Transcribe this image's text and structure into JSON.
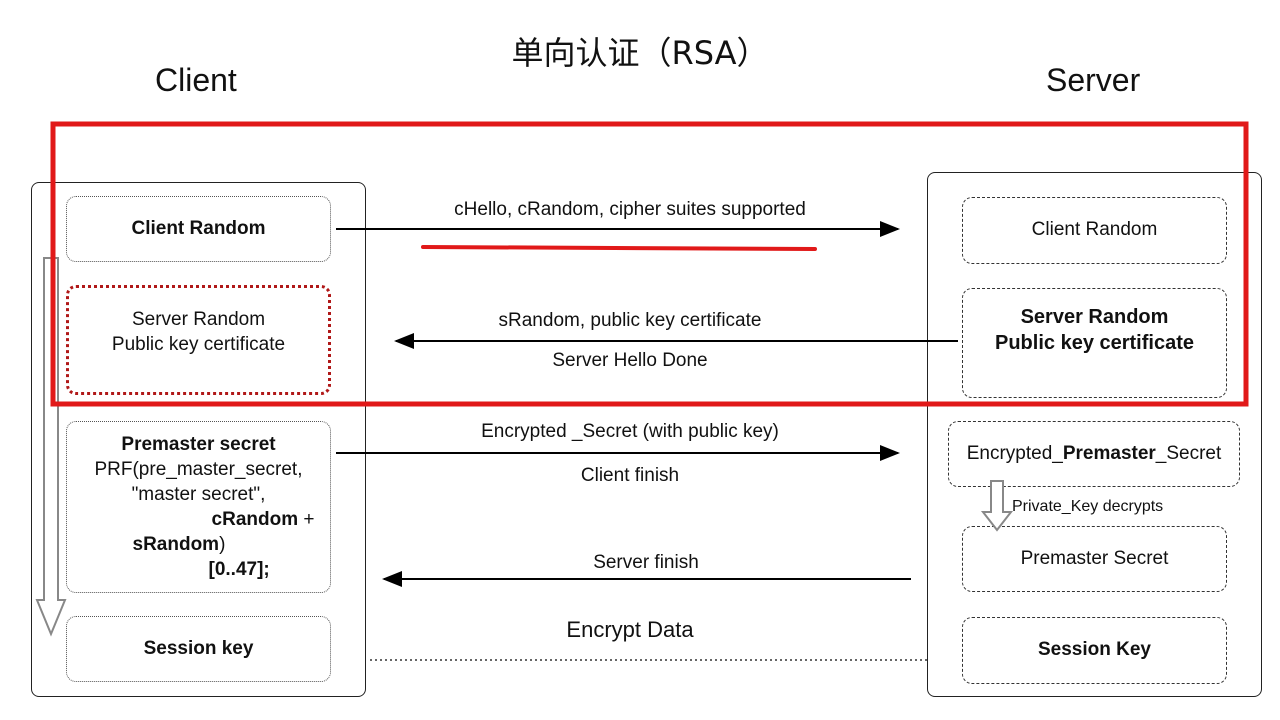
{
  "diagram": {
    "title": "单向认证（RSA）",
    "client_label": "Client",
    "server_label": "Server",
    "client": {
      "client_random": "Client Random",
      "server_random_line1": "Server Random",
      "server_random_line2": "Public key certificate",
      "premaster_title": "Premaster secret",
      "premaster_prf": "PRF(pre_master_secret,",
      "premaster_master": "\"master secret\",",
      "premaster_crandom": "cRandom",
      "premaster_plus": " +",
      "premaster_srandom": "sRandom",
      "premaster_paren": ")",
      "premaster_range": "[0..47];",
      "session_key": "Session key"
    },
    "server": {
      "client_random": "Client Random",
      "server_random_line1": "Server Random",
      "server_random_line2": "Public key certificate",
      "encrypted_prefix": "Encrypted_",
      "encrypted_bold": "Premaster",
      "encrypted_suffix": "_Secret",
      "decrypt_note": "Private_Key decrypts",
      "premaster_secret": "Premaster Secret",
      "session_key": "Session Key"
    },
    "messages": {
      "client_hello": "cHello, cRandom, cipher suites supported",
      "server_hello": "sRandom, public key certificate",
      "server_hello_done": "Server Hello Done",
      "encrypted_secret": "Encrypted _Secret (with public key)",
      "client_finish": "Client finish",
      "server_finish": "Server finish",
      "encrypt_data": "Encrypt Data"
    }
  }
}
